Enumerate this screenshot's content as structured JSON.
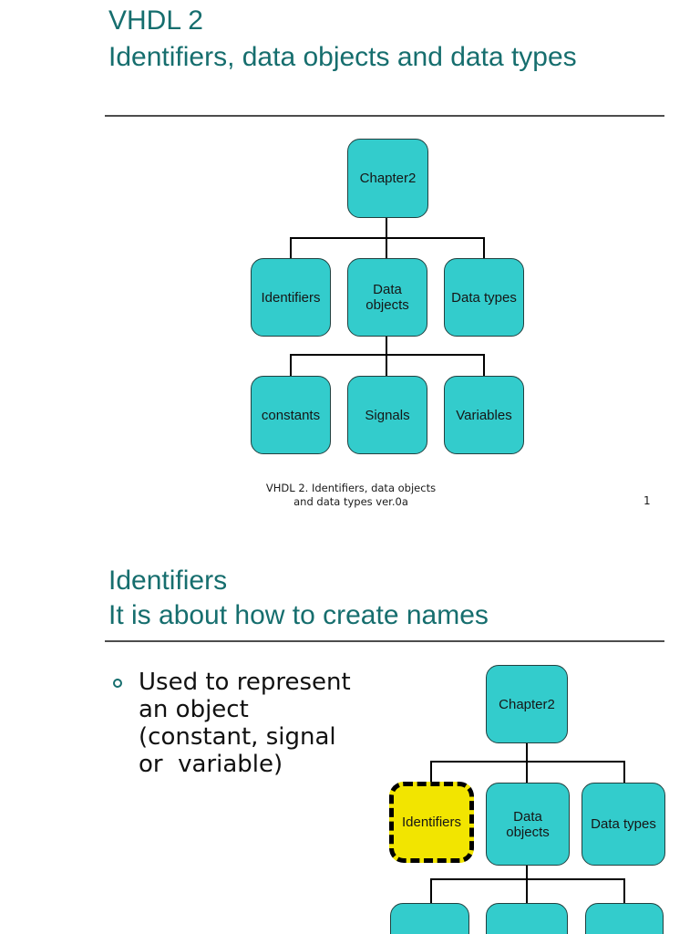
{
  "colors": {
    "heading_teal": "#166e6e",
    "node_fill": "#33cccc",
    "node_border": "#21403f",
    "highlight_fill": "#f2e500",
    "connector": "#000000",
    "rule": "#4d4d4d"
  },
  "slide1": {
    "title": "VHDL 2",
    "subtitle": "Identifiers, data objects and data types",
    "diagram": {
      "root": "Chapter2",
      "level2": [
        "Identifiers",
        "Data objects",
        "Data types"
      ],
      "level3": [
        "constants",
        "Signals",
        "Variables"
      ]
    },
    "footer": {
      "line1": "VHDL 2. Identifiers, data objects",
      "line2": "and data types ver.0a",
      "page_number": "1"
    }
  },
  "slide2": {
    "title": "Identifiers",
    "subtitle": "It is about how to create names",
    "bullet": {
      "lines": [
        "Used to represent",
        "an object",
        "(constant, signal",
        "or  variable)"
      ]
    },
    "diagram": {
      "root": "Chapter2",
      "level2": [
        "Identifiers",
        "Data objects",
        "Data types"
      ],
      "highlighted_node": "Identifiers",
      "level3_partial": [
        "",
        "",
        ""
      ]
    }
  }
}
